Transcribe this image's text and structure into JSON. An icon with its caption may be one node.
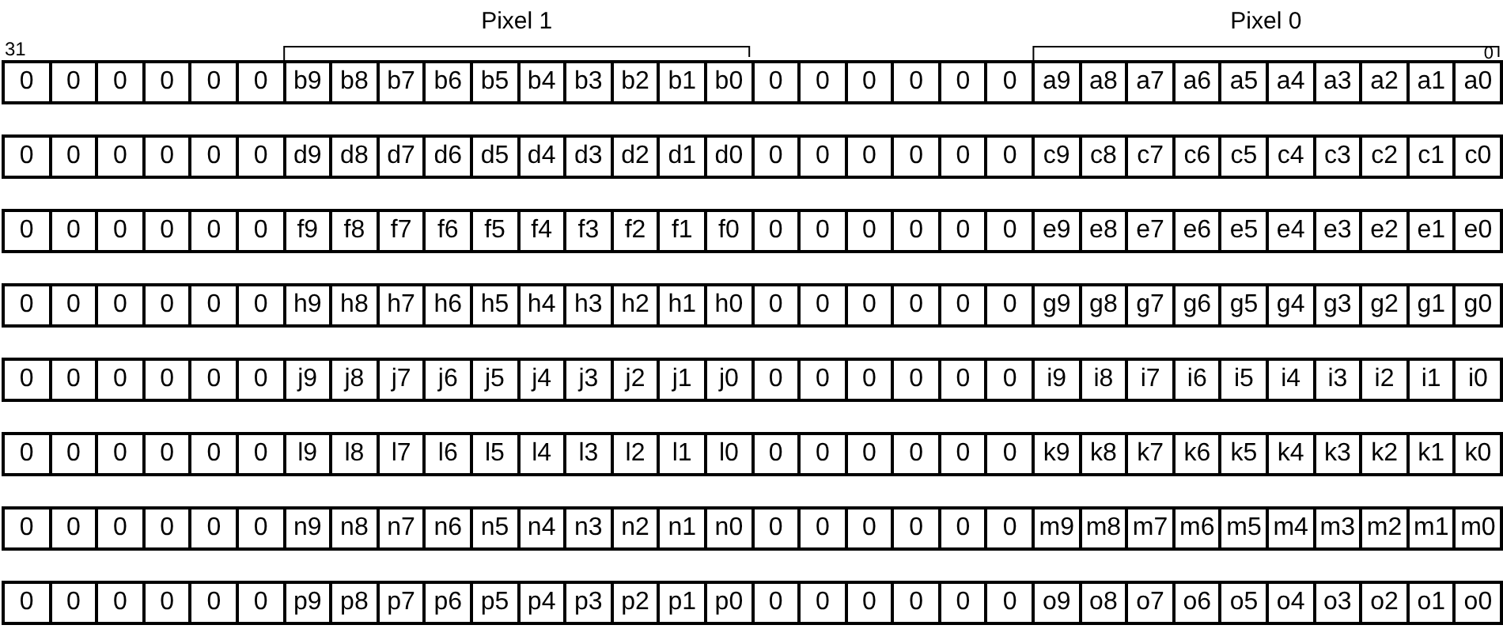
{
  "diagram": {
    "labels": [
      "Pixel 1",
      "Pixel 0",
      "31",
      "0",
      "0",
      "0",
      "0",
      "0",
      "0",
      "0",
      "b9",
      "b8",
      "b7",
      "b6",
      "b5",
      "b4",
      "b3",
      "b2",
      "b1",
      "b0",
      "0",
      "0",
      "0",
      "0",
      "0",
      "0",
      "a9",
      "a8",
      "a7",
      "a6",
      "a5",
      "a4",
      "a3",
      "a2",
      "a1",
      "a0",
      "0",
      "0",
      "0",
      "0",
      "0",
      "0",
      "d9",
      "d8",
      "d7",
      "d6",
      "d5",
      "d4",
      "d3",
      "d2",
      "d1",
      "d0",
      "0",
      "0",
      "0",
      "0",
      "0",
      "0",
      "c9",
      "c8",
      "c7",
      "c6",
      "c5",
      "c4",
      "c3",
      "c2",
      "c1",
      "c0",
      "0",
      "0",
      "0",
      "0",
      "0",
      "0",
      "f9",
      "f8",
      "f7",
      "f6",
      "f5",
      "f4",
      "f3",
      "f2",
      "f1",
      "f0",
      "0",
      "0",
      "0",
      "0",
      "0",
      "0",
      "e9",
      "e8",
      "e7",
      "e6",
      "e5",
      "e4",
      "e3",
      "e2",
      "e1",
      "e0",
      "0",
      "0",
      "0",
      "0",
      "0",
      "0",
      "h9",
      "h8",
      "h7",
      "h6",
      "h5",
      "h4",
      "h3",
      "h2",
      "h1",
      "h0",
      "0",
      "0",
      "0",
      "0",
      "0",
      "0",
      "g9",
      "g8",
      "g7",
      "g6",
      "g5",
      "g4",
      "g3",
      "g2",
      "g1",
      "g0",
      "0",
      "0",
      "0",
      "0",
      "0",
      "0",
      "j9",
      "j8",
      "j7",
      "j6",
      "j5",
      "j4",
      "j3",
      "j2",
      "j1",
      "j0",
      "0",
      "0",
      "0",
      "0",
      "0",
      "0",
      "i9",
      "i8",
      "i7",
      "i6",
      "i5",
      "i4",
      "i3",
      "i2",
      "i1",
      "i0",
      "0",
      "0",
      "0",
      "0",
      "0",
      "0",
      "l9",
      "l8",
      "l7",
      "l6",
      "l5",
      "l4",
      "l3",
      "l2",
      "l1",
      "l0",
      "0",
      "0",
      "0",
      "0",
      "0",
      "0",
      "k9",
      "k8",
      "k7",
      "k6",
      "k5",
      "k4",
      "k3",
      "k2",
      "k1",
      "k0",
      "0",
      "0",
      "0",
      "0",
      "0",
      "0",
      "n9",
      "n8",
      "n7",
      "n6",
      "n5",
      "n4",
      "n3",
      "n2",
      "n1",
      "n0",
      "0",
      "0",
      "0",
      "0",
      "0",
      "0",
      "m9",
      "m8",
      "m7",
      "m6",
      "m5",
      "m4",
      "m3",
      "m2",
      "m1",
      "m0",
      "0",
      "0",
      "0",
      "0",
      "0",
      "0",
      "p9",
      "p8",
      "p7",
      "p6",
      "p5",
      "p4",
      "p3",
      "p2",
      "p1",
      "p0",
      "0",
      "0",
      "0",
      "0",
      "0",
      "0",
      "o9",
      "o8",
      "o7",
      "o6",
      "o5",
      "o4",
      "o3",
      "o2",
      "o1",
      "o0"
    ]
  }
}
